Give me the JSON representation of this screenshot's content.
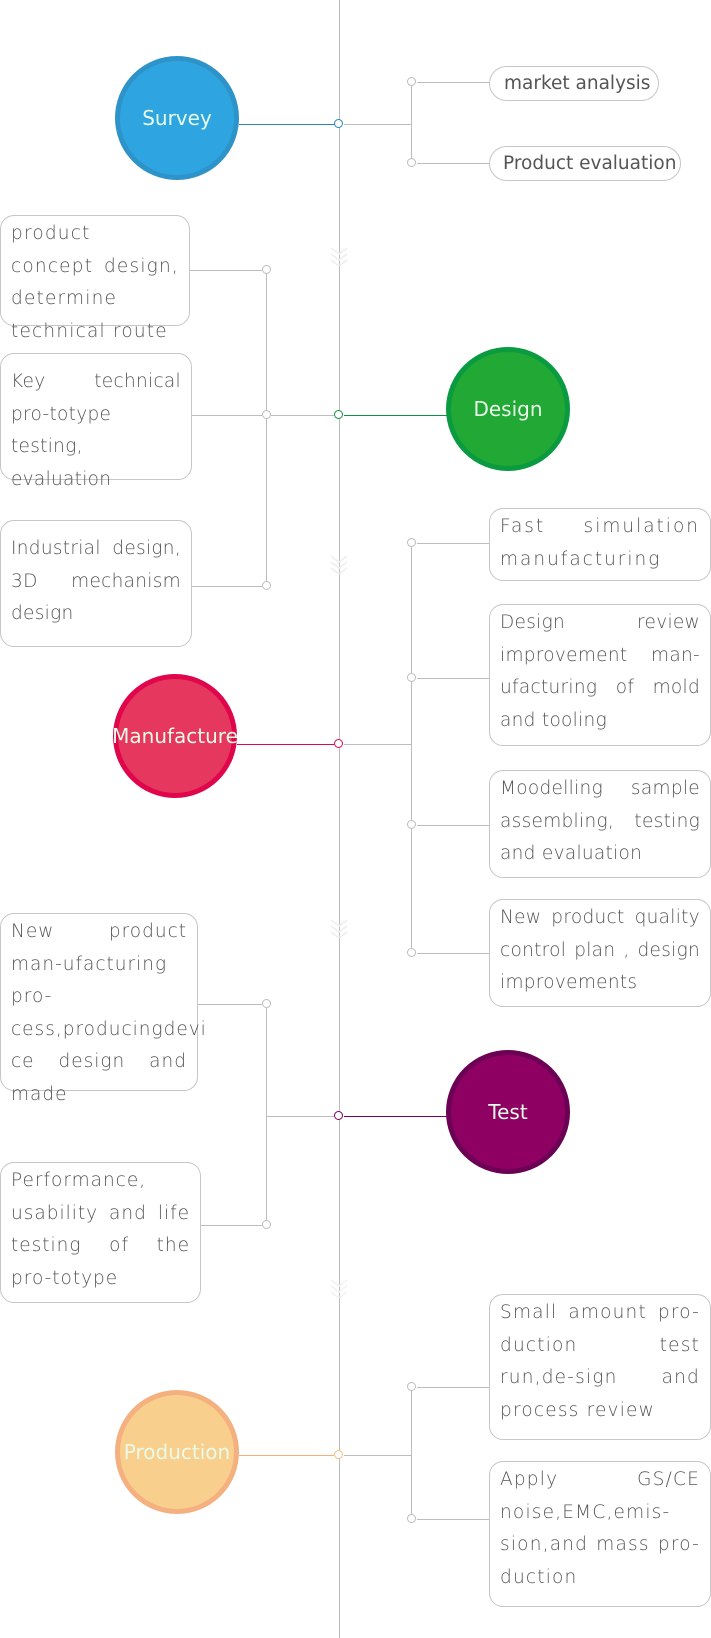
{
  "stages": [
    {
      "label": "Survey",
      "fill": "#2ea5e1",
      "border": "#2e93c8",
      "line": "#2a86b3",
      "items": [
        "market analysis",
        "Product evaluation"
      ]
    },
    {
      "label": "Design",
      "fill": "#22a834",
      "border": "#0a9a40",
      "line": "#109044",
      "items": [
        "product concept design, determine technical route",
        "Key technical pro-totype testing, evaluation",
        "Industrial design, 3D mechanism design"
      ]
    },
    {
      "label": "Manufacture",
      "fill": "#e6385e",
      "border": "#e0064c",
      "line": "#d80b50",
      "items": [
        "Fast simulation manufacturing",
        "Design review improvement man-ufacturing of mold and  tooling",
        "Moodelling sample assembling, testing and evaluation",
        "New product quality control plan , design improvements"
      ]
    },
    {
      "label": "Test",
      "fill": "#8f0063",
      "border": "#6b0054",
      "line": "#7a0063",
      "items": [
        "New product man-ufacturing pro-cess,producingdevi ce design and made",
        "Performance, usability and life testing of the pro-totype"
      ]
    },
    {
      "label": "Production",
      "fill": "#f9cf8e",
      "border": "#f4b07f",
      "line": "#f4b07f",
      "items": [
        "Small amount pro-duction test run,de-sign and process review",
        "Apply GS/CE noise,EMC,emis-sion,and mass pro-duction"
      ]
    }
  ],
  "colors": {
    "connector": "#bdbdbd",
    "box_border": "#c6c6c6",
    "text": "#555555",
    "stage_text": "#e8fbe8"
  }
}
